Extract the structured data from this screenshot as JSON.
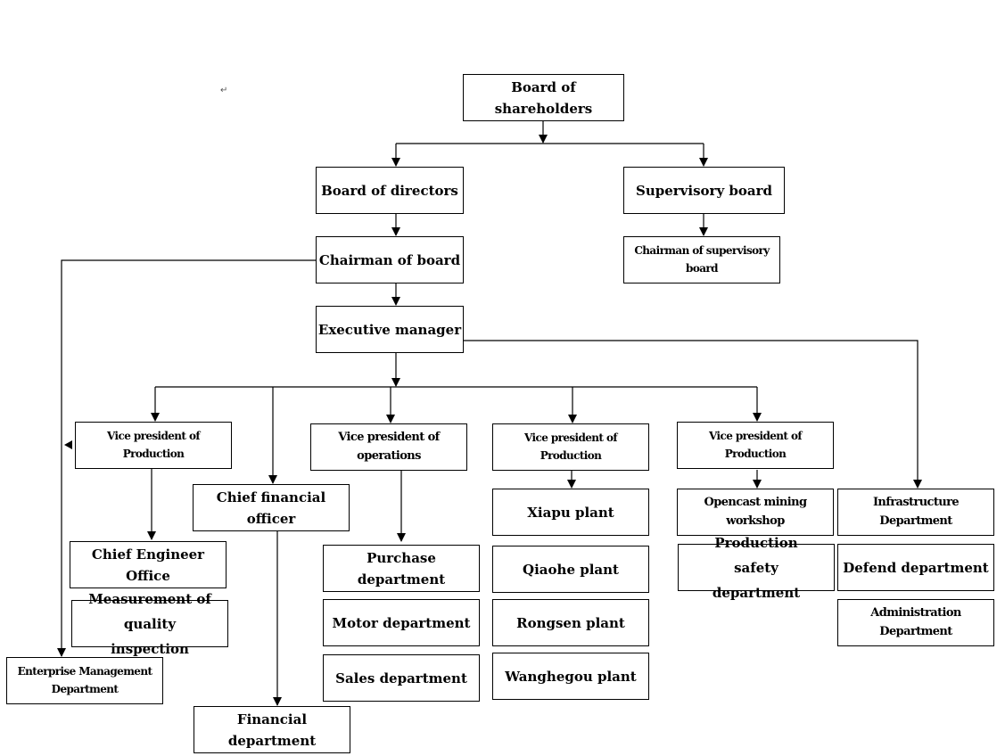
{
  "nodes": {
    "board_of_shareholders": "Board of shareholders",
    "board_of_directors": "Board of directors",
    "supervisory_board": "Supervisory board",
    "chairman_of_board": "Chairman of board",
    "chairman_of_supervisory_board": "Chairman of supervisory board",
    "executive_manager": "Executive manager",
    "vp_production_1": "Vice president of Production",
    "chief_financial_officer": "Chief financial officer",
    "vp_operations": "Vice president of operations",
    "vp_production_2": "Vice president of Production",
    "vp_production_3": "Vice president of Production",
    "chief_engineer_office": "Chief Engineer Office",
    "measurement_quality_inspection": "Measurement of quality inspection",
    "enterprise_management_department": "Enterprise Management Department",
    "financial_department": "Financial department",
    "purchase_department": "Purchase department",
    "motor_department": "Motor department",
    "sales_department": "Sales department",
    "xiapu_plant": "Xiapu plant",
    "qiaohe_plant": "Qiaohe plant",
    "rongsen_plant": "Rongsen plant",
    "wanghegou_plant": "Wanghegou plant",
    "opencast_mining_workshop": "Opencast mining workshop",
    "production_safety_department": "Production safety department",
    "infrastructure_department": "Infrastructure Department",
    "defend_department": "Defend department",
    "administration_department": "Administration Department"
  },
  "paragraph_mark": "↵"
}
